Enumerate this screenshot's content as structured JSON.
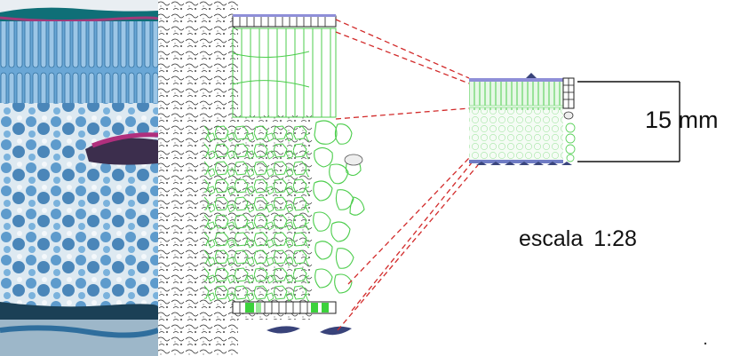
{
  "figure": {
    "dimension_label": "15 mm",
    "scale_word": "escala",
    "scale_ratio": "1:28"
  },
  "colors": {
    "stain_blue": "#4f8fc2",
    "stain_magenta": "#a23a79",
    "cell_green": "#4ccd4c",
    "cell_fill_green": "#c9f2c9",
    "epidermis_purple": "#8f8fd8",
    "projection_line": "#d22b2b",
    "sketch_ink": "#2a2a2a"
  },
  "icons": {
    "stoma": "stoma-icon",
    "trichome": "trichome-icon"
  }
}
